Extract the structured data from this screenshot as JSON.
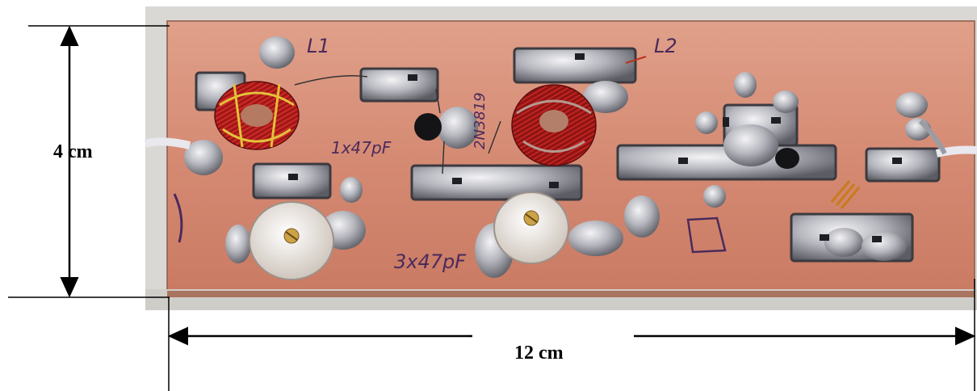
{
  "dimensions": {
    "height_label": "4 cm",
    "width_label": "12 cm"
  },
  "board_markings": {
    "cap_note_1": "1x47pF",
    "cap_note_2": "3x47pF",
    "coil_label_l1": "L1",
    "coil_label_l2": "L2",
    "part_number": "2N3819"
  },
  "icons": [
    "board-photo",
    "dimension-arrow-icon"
  ],
  "colors": {
    "pcb_copper": "#d98f79",
    "solder": "#b9b9bf",
    "coil_red": "#b01d1d",
    "coil_yellow": "#e2c13a",
    "ink": "#000000"
  }
}
